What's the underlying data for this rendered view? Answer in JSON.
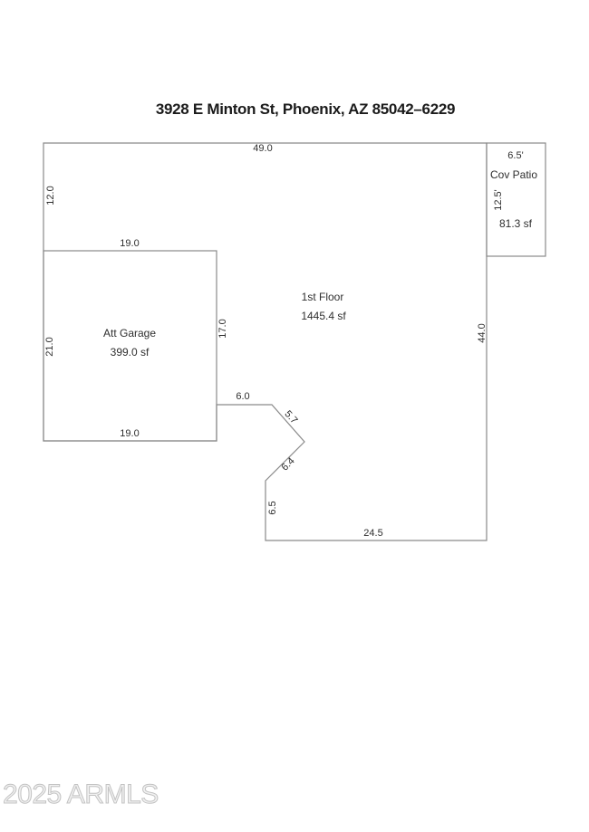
{
  "page": {
    "title": "3928 E Minton St, Phoenix, AZ 85042–6229",
    "watermark": "2025 ARMLS"
  },
  "colors": {
    "background": "#ffffff",
    "wall_line": "#8a8a8a",
    "label_text": "#2e2e2e",
    "title_text": "#1b1b1b",
    "watermark_text": "#c3c3c3"
  },
  "floorplan": {
    "first_floor": {
      "label": "1st Floor",
      "area": "1445.4 sf"
    },
    "garage": {
      "label": "Att Garage",
      "area": "399.0 sf"
    },
    "patio": {
      "label": "Cov Patio",
      "area": "81.3 sf",
      "width_ft": "6.5'",
      "depth_ft": "12.5'"
    },
    "dims": {
      "top_width": "49.0",
      "left_upper": "12.0",
      "right_height": "44.0",
      "bottom_width": "24.5",
      "garage_top": "19.0",
      "garage_left": "21.0",
      "garage_right": "17.0",
      "garage_bottom": "19.0",
      "notch_horizontal": "6.0",
      "notch_diagonal_upper": "5.7",
      "notch_diagonal_lower": "6.4",
      "notch_vertical": "6.5"
    }
  }
}
